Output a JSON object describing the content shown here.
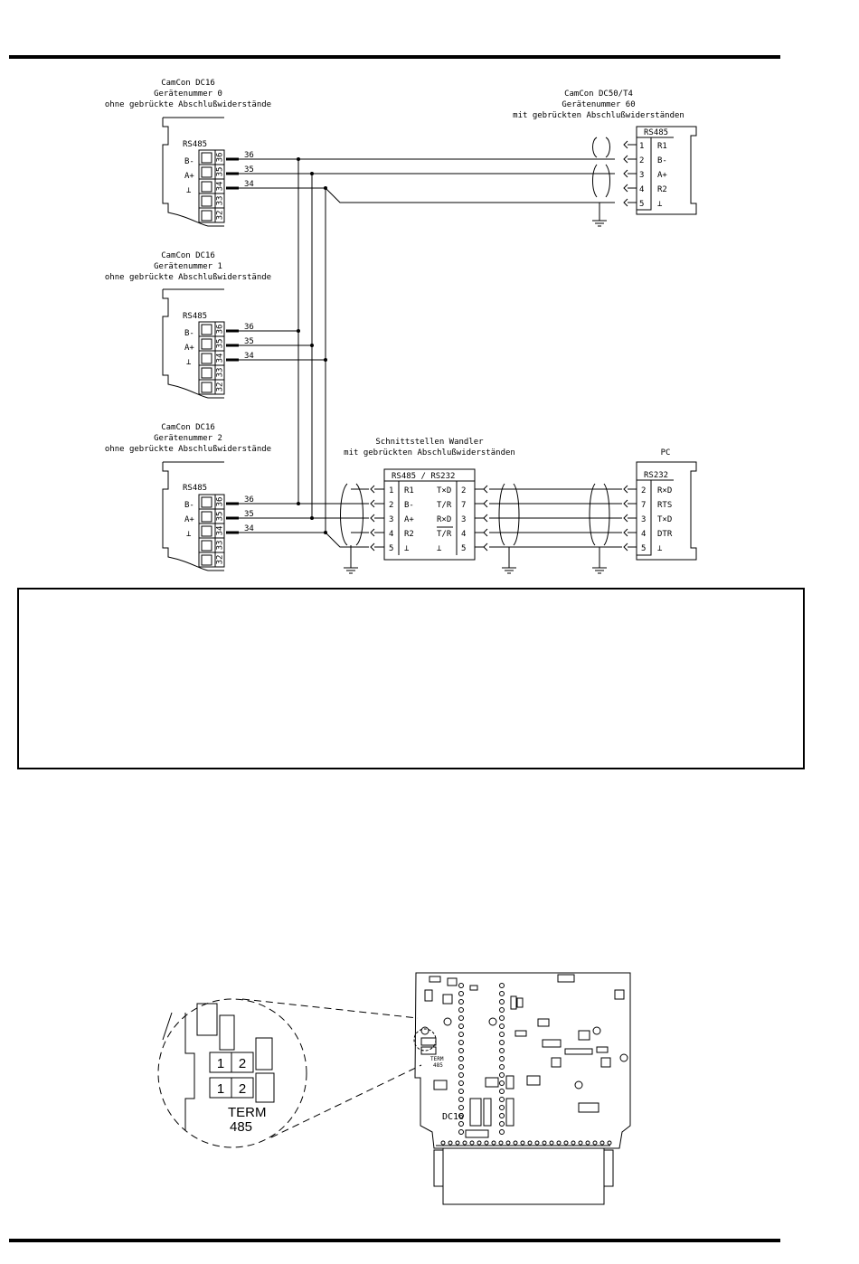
{
  "devices": {
    "dc16_0": {
      "l1": "CamCon DC16",
      "l2": "Gerätenummer 0",
      "l3": "ohne gebrückte Abschlußwiderstände"
    },
    "dc16_1": {
      "l1": "CamCon DC16",
      "l2": "Gerätenummer 1",
      "l3": "ohne gebrückte Abschlußwiderstände"
    },
    "dc16_2": {
      "l1": "CamCon DC16",
      "l2": "Gerätenummer 2",
      "l3": "ohne gebrückte Abschlußwiderstände"
    },
    "dc50": {
      "l1": "CamCon DC50/T4",
      "l2": "Gerätenummer 60",
      "l3": "mit gebrückten Abschlußwiderständen"
    },
    "converter": {
      "l1": "Schnittstellen Wandler",
      "l2": "mit gebrückten Abschlußwiderständen"
    },
    "pc": {
      "l1": "PC"
    }
  },
  "dc16_block": {
    "header": "RS485",
    "labels": [
      "B-",
      "A+",
      "⊥"
    ],
    "terminals": [
      "36",
      "35",
      "34",
      "33",
      "32"
    ],
    "wire_labels": [
      "36",
      "35",
      "34"
    ]
  },
  "dc50_block": {
    "header": "RS485",
    "pins": [
      "1",
      "2",
      "3",
      "4",
      "5"
    ],
    "signals": [
      "R1",
      "B-",
      "A+",
      "R2",
      "⊥"
    ]
  },
  "converter_block": {
    "header": "RS485 / RS232",
    "left_pins": [
      "1",
      "2",
      "3",
      "4",
      "5"
    ],
    "left_signals": [
      "R1",
      "B-",
      "A+",
      "R2",
      "⊥"
    ],
    "right_signals": [
      "T×D",
      "T/R",
      "R×D",
      "T/R",
      "⊥"
    ],
    "right_pins": [
      "2",
      "7",
      "3",
      "4",
      "5"
    ]
  },
  "pc_block": {
    "header": "RS232",
    "pins": [
      "2",
      "7",
      "3",
      "4",
      "5"
    ],
    "signals": [
      "R×D",
      "RTS",
      "T×D",
      "DTR",
      "⊥"
    ]
  },
  "pcb": {
    "jumper_digits": [
      "1",
      "2",
      "1",
      "2"
    ],
    "term_label": "TERM",
    "term_num": "485",
    "board_label": "DC16",
    "small_term": "TERM",
    "small_485": "485"
  }
}
